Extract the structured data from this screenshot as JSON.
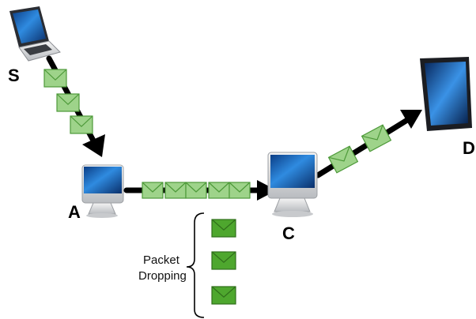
{
  "nodes": {
    "s": {
      "label": "S",
      "device": "laptop-icon"
    },
    "a": {
      "label": "A",
      "device": "desktop-monitor-icon"
    },
    "c": {
      "label": "C",
      "device": "desktop-monitor-icon"
    },
    "d": {
      "label": "D",
      "device": "tablet-icon"
    }
  },
  "links": [
    {
      "from": "S",
      "to": "A",
      "packets": 3
    },
    {
      "from": "A",
      "to": "C",
      "packets": 5
    },
    {
      "from": "C",
      "to": "D",
      "packets": 2
    }
  ],
  "dropped": {
    "label_line1": "Packet",
    "label_line2": "Dropping",
    "packets": 3
  },
  "colors": {
    "packet_fill": "#9ed38a",
    "packet_stroke": "#4e9a3a",
    "dropped_fill": "#4ea72e",
    "arrow": "#000000",
    "screen": "#2a7fd0"
  }
}
